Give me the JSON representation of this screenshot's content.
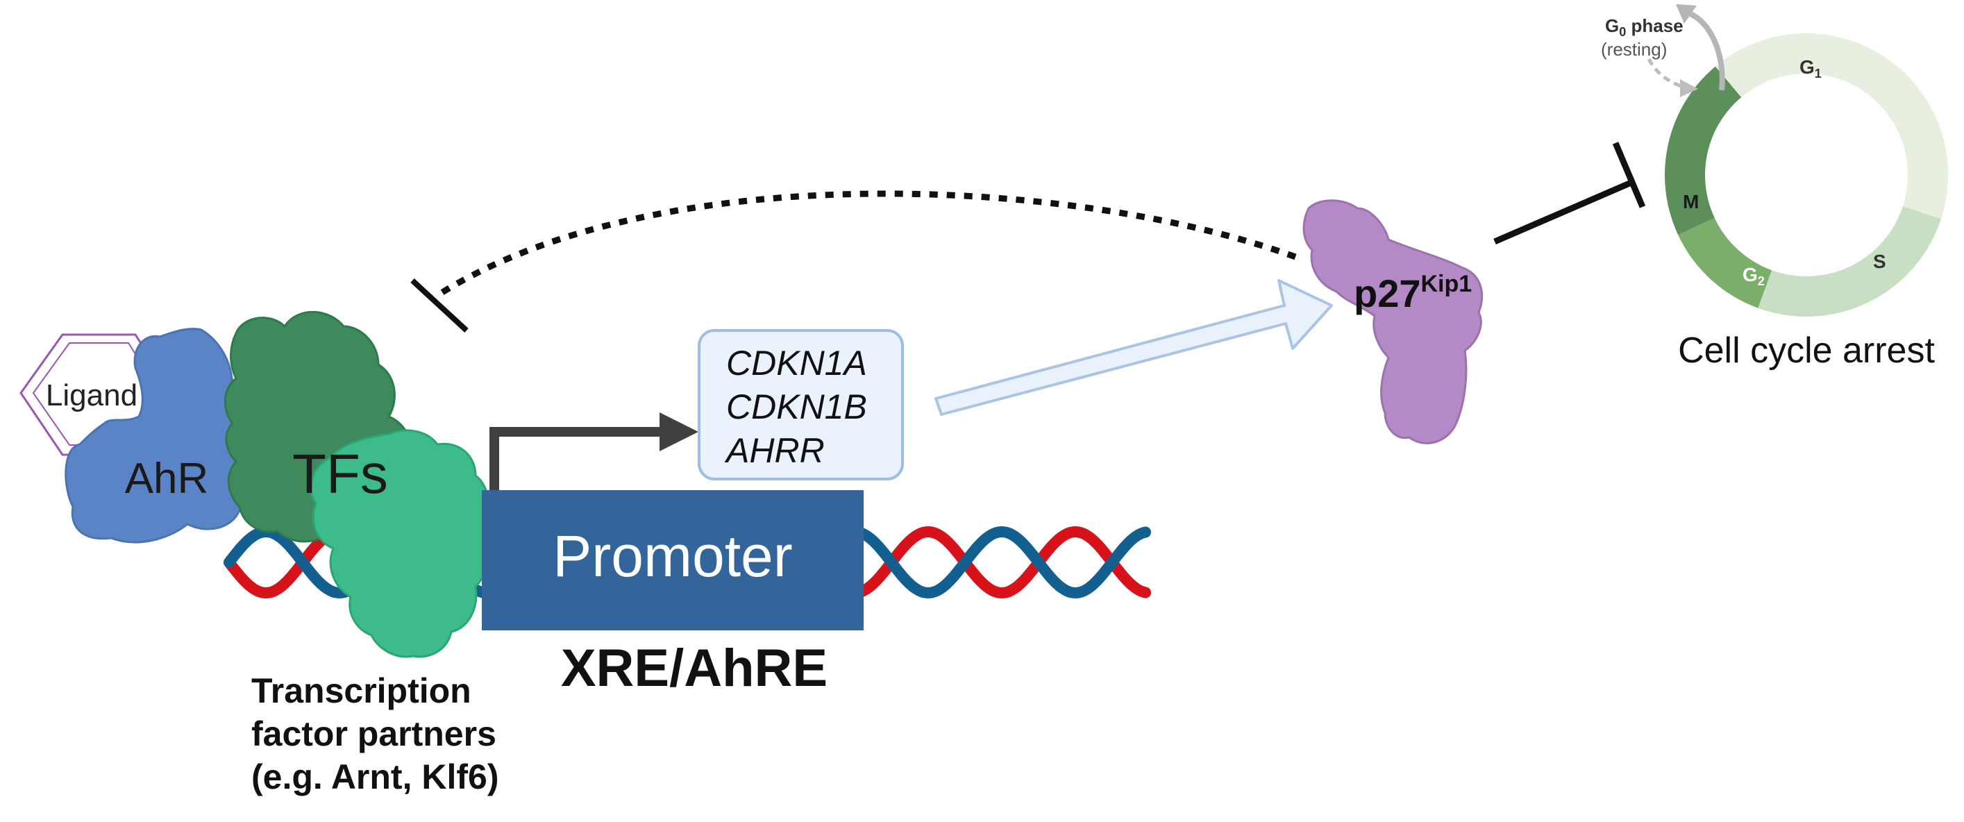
{
  "labels": {
    "ligand": "Ligand",
    "ahr": "AhR",
    "tfs": "TFs",
    "promoter": "Promoter",
    "xre": "XRE/AhRE",
    "partners_line1": "Transcription",
    "partners_line2": "factor partners",
    "partners_line3": "(e.g. Arnt, Klf6)",
    "p27_base": "p27",
    "p27_sup": "Kip1",
    "arrest": "Cell cycle arrest"
  },
  "genes": [
    "CDKN1A",
    "CDKN1B",
    "AHRR"
  ],
  "cell_cycle": {
    "g0": "G",
    "g0_sub": "0",
    "g0_word": " phase",
    "resting": "(resting)",
    "g1": "G",
    "g1_sub": "1",
    "s": "S",
    "g2": "G",
    "g2_sub": "2",
    "m": "M"
  },
  "colors": {
    "ahr": "#5b84c6",
    "tfs": "#3f8a5c",
    "partner": "#3dbb8a",
    "promoter": "#33659b",
    "dna_red": "#d7121b",
    "dna_blue": "#135f8f",
    "p27": "#b38ac6",
    "ligand": "#9b55b2",
    "gene_box_fill": "#eaf2fb",
    "gene_box_stroke": "#9fbde0",
    "arrow_fill": "#e9f1fa",
    "arrow_stroke": "#a9c4e4",
    "g1": "#e6efe0",
    "s": "#c8dfc4",
    "g2": "#7aae6a",
    "m": "#5c8f5a"
  }
}
